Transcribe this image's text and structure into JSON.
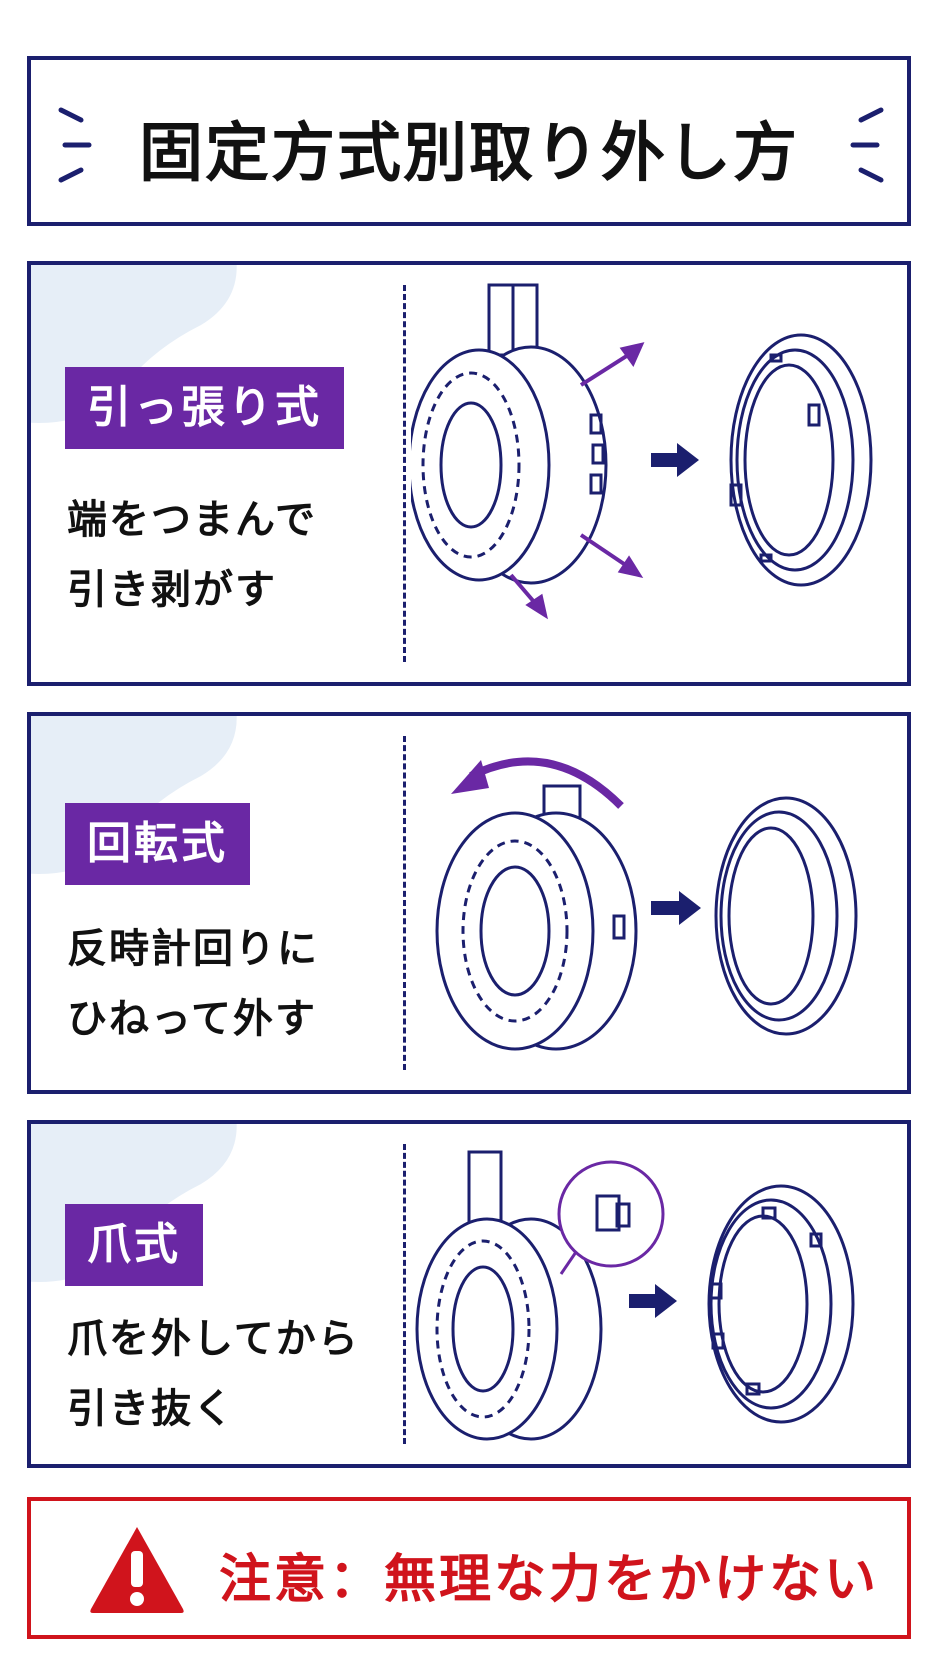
{
  "title": "固定方式別取り外し方",
  "methods": [
    {
      "label": "引っ張り式",
      "desc_line1": "端をつまんで",
      "desc_line2": "引き剥がす"
    },
    {
      "label": "回転式",
      "desc_line1": "反時計回りに",
      "desc_line2": "ひねって外す"
    },
    {
      "label": "爪式",
      "desc_line1": "爪を外してから",
      "desc_line2": "引き抜く"
    }
  ],
  "warning": "注意：無理な力をかけない",
  "colors": {
    "navy": "#1b1f6e",
    "purple": "#6a28a4",
    "red": "#d0141c",
    "blob": "#e6eef7"
  },
  "icons": [
    "spark-icon",
    "headphone-earcup-icon",
    "arrow-right-icon",
    "ear-pad-icon",
    "rotate-arrow-icon",
    "magnify-callout-icon",
    "warning-icon"
  ]
}
